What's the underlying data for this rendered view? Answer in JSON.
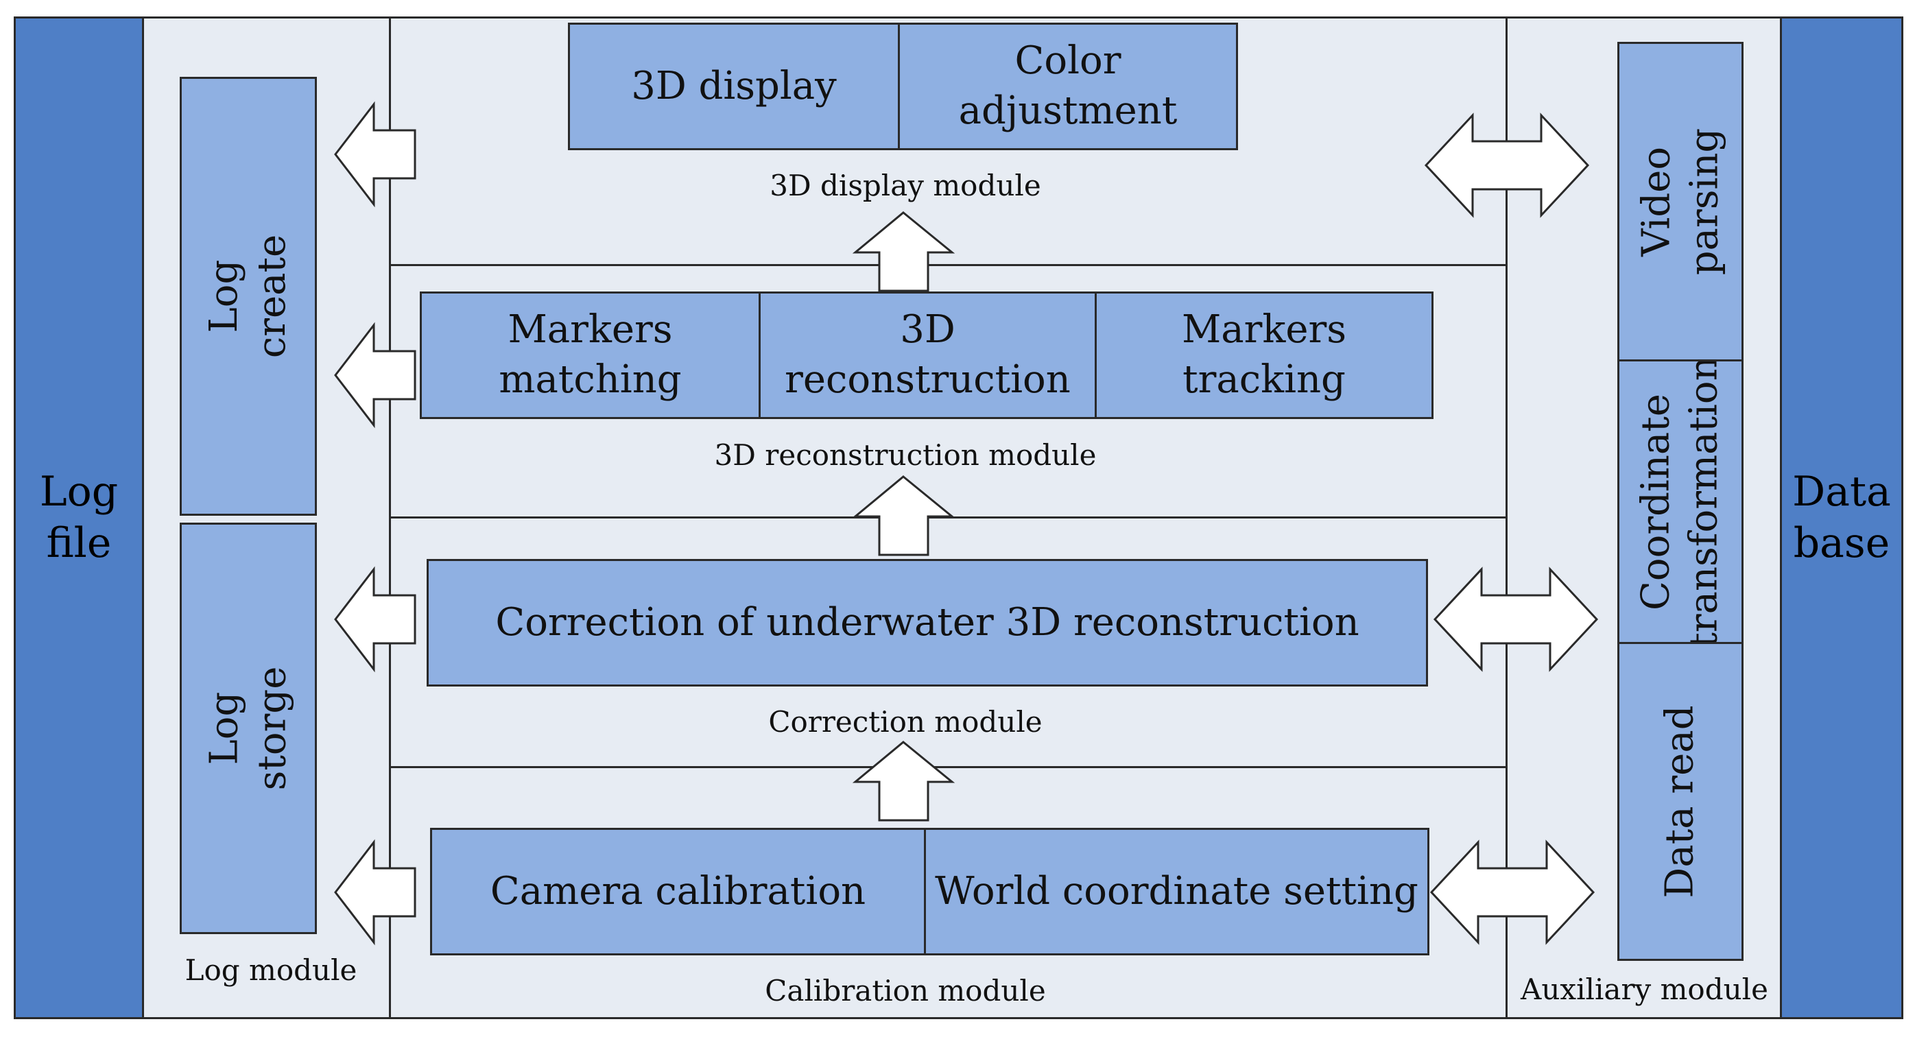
{
  "side_left": {
    "line1": "Log",
    "line2": "file"
  },
  "side_right": {
    "line1": "Data",
    "line2": "base"
  },
  "log_module": {
    "create": {
      "line1": "Log",
      "line2": "create"
    },
    "storge": {
      "line1": "Log",
      "line2": "storge"
    },
    "caption": "Log module"
  },
  "display_module": {
    "items": [
      "3D display",
      "Color adjustment"
    ],
    "caption": "3D display module"
  },
  "reconstruction_module": {
    "items": [
      {
        "line1": "Markers",
        "line2": "matching"
      },
      "3D reconstruction",
      "Markers tracking"
    ],
    "caption": "3D reconstruction module"
  },
  "correction_module": {
    "items": [
      "Correction of underwater 3D reconstruction"
    ],
    "caption": "Correction module"
  },
  "calibration_module": {
    "items": [
      "Camera calibration",
      "World coordinate setting"
    ],
    "caption": "Calibration module"
  },
  "auxiliary_module": {
    "items": [
      {
        "line1": "Video",
        "line2": "parsing"
      },
      {
        "line1": "Coordinate",
        "line2": "transformation"
      },
      {
        "line1": "Data read"
      }
    ],
    "caption": "Auxiliary module"
  },
  "colors": {
    "side": "#4f7fc6",
    "box": "#8fb0e2",
    "panel": "#e7ecf3",
    "line": "#2a2a2a"
  }
}
